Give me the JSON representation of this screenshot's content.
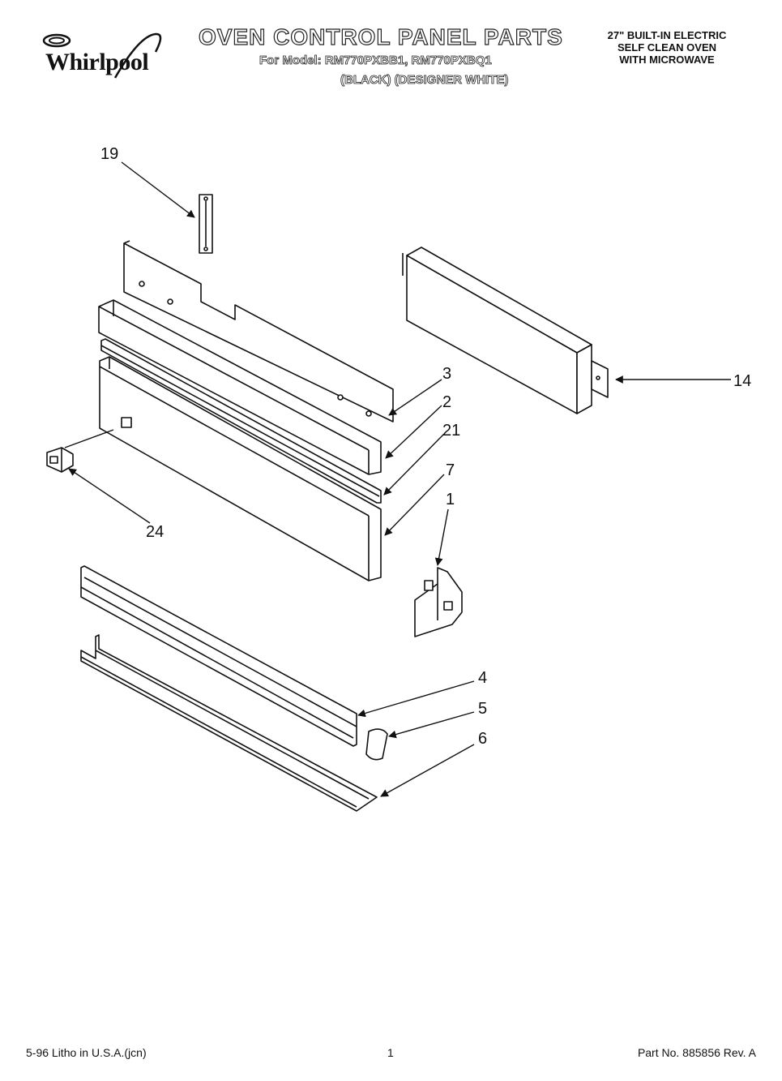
{
  "header": {
    "brand": "Whirlpool",
    "title": "OVEN CONTROL PANEL PARTS",
    "model_line": "For Model: RM770PXBB1, RM770PXBQ1",
    "color_line": "(BLACK) (DESIGNER WHITE)",
    "product_lines": [
      "27\" BUILT-IN ELECTRIC",
      "SELF CLEAN OVEN",
      "WITH MICROWAVE"
    ]
  },
  "callouts": [
    "19",
    "3",
    "2",
    "21",
    "7",
    "1",
    "14",
    "24",
    "4",
    "5",
    "6"
  ],
  "footer": {
    "litho": "5-96 Litho in U.S.A.(jcn)",
    "page": "1",
    "part_no": "Part No. 885856 Rev. A"
  }
}
